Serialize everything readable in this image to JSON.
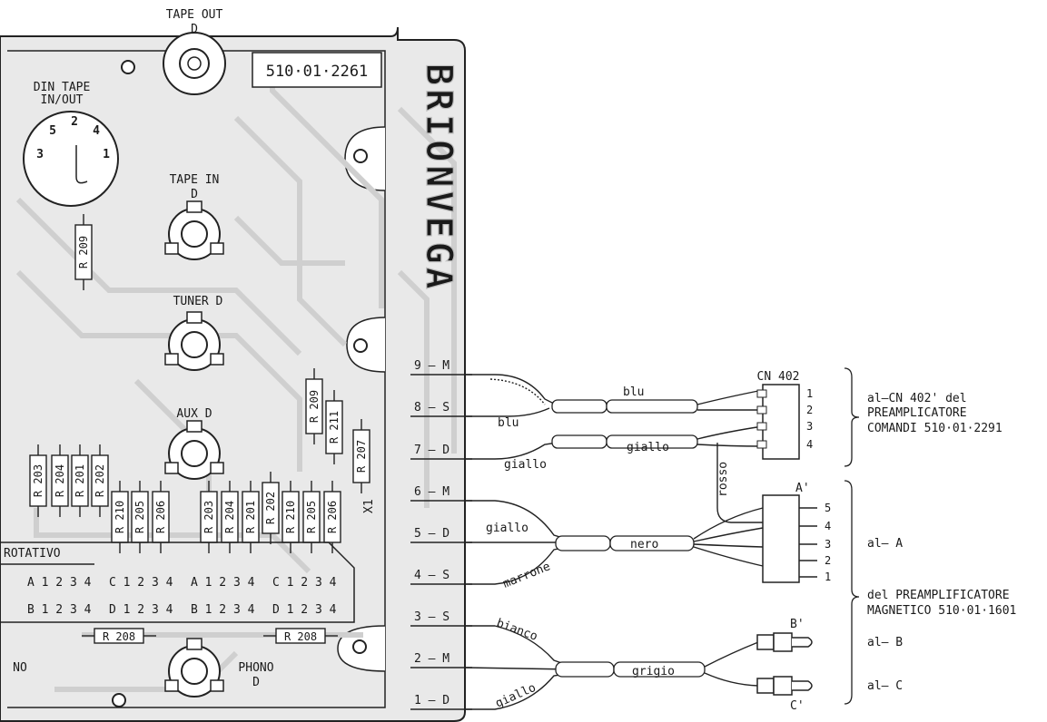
{
  "board": {
    "part_number": "510·01·2261",
    "brand": "BRIONVEGA",
    "jacks": {
      "tape_out": [
        "TAPE OUT",
        "D"
      ],
      "din": [
        "DIN TAPE",
        "IN/OUT"
      ],
      "din_pins": [
        "5",
        "2",
        "4",
        "3",
        "1"
      ],
      "tape_in": [
        "TAPE IN",
        "D"
      ],
      "tuner": "TUNER D",
      "aux": "AUX D",
      "phono": [
        "PHONO",
        "D"
      ],
      "phono_left": "NO"
    },
    "resistors": {
      "r209_upper": "R 209",
      "r209": "R 209",
      "r211": "R 211",
      "r207": "R 207",
      "x1": "X1",
      "left_group": [
        "R 203",
        "R 204",
        "R 201",
        "R 202"
      ],
      "mid_group": [
        "R 210",
        "R 205",
        "R 206"
      ],
      "right_group": [
        "R 203",
        "R 204",
        "R 201",
        "R 202",
        "R 210",
        "R 205",
        "R 206"
      ],
      "r208_left": "R 208",
      "r208_right": "R 208"
    },
    "switch": {
      "label": "ROTATIVO",
      "row1": [
        "A 1 2 3 4",
        "C 1 2 3 4",
        "A 1 2 3 4",
        "C 1 2 3 4"
      ],
      "row2": [
        "B 1 2 3 4",
        "D 1 2 3 4",
        "B 1 2 3 4",
        "D 1 2 3 4"
      ]
    }
  },
  "pins": [
    "9 – M",
    "8 – S",
    "7 – D",
    "6 – M",
    "5 – D",
    "4 – S",
    "3 – S",
    "2 – M",
    "1 – D"
  ],
  "wires": {
    "blu_top": "blu",
    "blu_small": "blu",
    "giallo_top": "giallo",
    "giallo_bottom": "giallo",
    "giallo_left": "giallo",
    "rosso": "rosso",
    "giallo_mid": "giallo",
    "nero": "nero",
    "marrone": "marrone",
    "bianco": "bianco",
    "grigio": "grigio",
    "giallo_low": "giallo"
  },
  "connectors": {
    "cn402": {
      "label": "CN 402",
      "pins": [
        "1",
        "2",
        "3",
        "4"
      ],
      "note": [
        "al–CN 402' del",
        "PREAMPLICATORE",
        "COMANDI 510·01·2291"
      ]
    },
    "a": {
      "label": "A'",
      "pins": [
        "5",
        "4",
        "3",
        "2",
        "1"
      ],
      "note": "al– A"
    },
    "magnetic_note": [
      "del PREAMPLIFICATORE",
      "MAGNETICO 510·01·1601"
    ],
    "b": {
      "label": "B'",
      "note": "al– B"
    },
    "c": {
      "label": "C'",
      "note": "al– C"
    }
  }
}
